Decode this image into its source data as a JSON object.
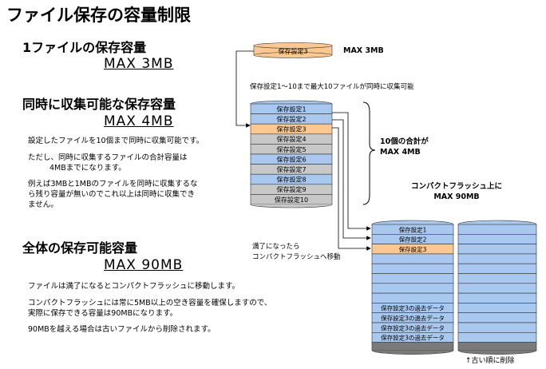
{
  "title": "ファイル保存の容量制限",
  "section1": {
    "heading": "1ファイルの保存容量",
    "capacity": "MAX 3MB"
  },
  "section2": {
    "heading": "同時に収集可能な保存容量",
    "capacity": "MAX 4MB",
    "lines": [
      "設定したファイルを10個まで同時に収集可能です。",
      "ただし、同時に収集するファイルの合計容量は",
      "4MBまでになります。",
      "例えば3MBと1MBのファイルを同時に収集するな",
      "ら残り容量が無いのでこれ以上は同時に収集でき",
      "ません。"
    ]
  },
  "section3": {
    "heading": "全体の保存可能容量",
    "capacity": "MAX 90MB",
    "lines": [
      "ファイルは満了になるとコンパクトフラッシュに移動します。",
      "コンパクトフラッシュには常に5MB以上の空き容量を確保しますので、",
      "実際に保存できる容量は90MBになります。",
      "90MBを越える場合は古いファイルから削除されます。"
    ]
  },
  "diagram": {
    "single_label": "保存設定3",
    "single_max": "MAX 3MB",
    "caption_top": "保存設定1～10まで最大10ファイルが同時に収集可能",
    "stack_labels": [
      "保存設定1",
      "保存設定2",
      "保存設定3",
      "保存設定4",
      "保存設定5",
      "保存設定6",
      "保存設定7",
      "保存設定8",
      "保存設定9",
      "保存設定10"
    ],
    "total_line1": "10個の合計が",
    "total_line2": "MAX 4MB",
    "cf_line1": "コンパクトフラッシュ上に",
    "cf_line2": "MAX 90MB",
    "move_line1": "満了になったら",
    "move_line2": "コンパクトフラッシュへ移動",
    "cf_left_labels": [
      "保存設定1",
      "保存設定2",
      "保存設定3"
    ],
    "cf_past_labels": [
      "保存設定3の過去データ",
      "保存設定3の過去データ",
      "保存設定3の過去データ",
      "保存設定3の過去データ"
    ],
    "delete_note": "↑古い順に削除"
  },
  "colors": {
    "blue": "#a8c8f0",
    "orange": "#fcc890",
    "gray": "#c8c8c8",
    "dark": "#7a7a7a"
  }
}
